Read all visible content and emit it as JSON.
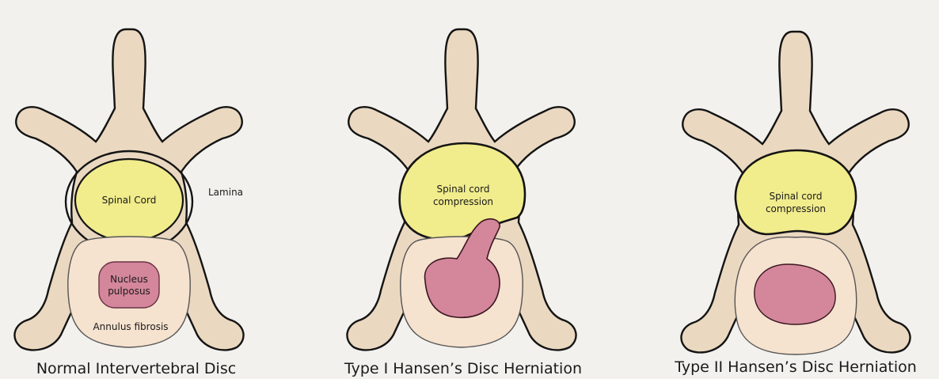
{
  "panels": [
    {
      "title": "Normal Intervertebral Disc",
      "labels": {
        "cord": "Spinal Cord",
        "lamina": "Lamina",
        "nucleus_line1": "Nucleus",
        "nucleus_line2": "pulposus",
        "annulus": "Annulus fibrosis"
      }
    },
    {
      "title": "Type I Hansen’s Disc Herniation",
      "labels": {
        "cord_line1": "Spinal cord",
        "cord_line2": "compression"
      }
    },
    {
      "title": "Type II Hansen’s Disc Herniation",
      "labels": {
        "cord_line1": "Spinal cord",
        "cord_line2": "compression"
      }
    }
  ],
  "colors": {
    "background": "#f3f1ed",
    "bone": "#ead8c0",
    "spinal_cord": "#f1ec8c",
    "nucleus": "#d4869b",
    "annulus": "#f5e2cf",
    "outline": "#141414"
  }
}
